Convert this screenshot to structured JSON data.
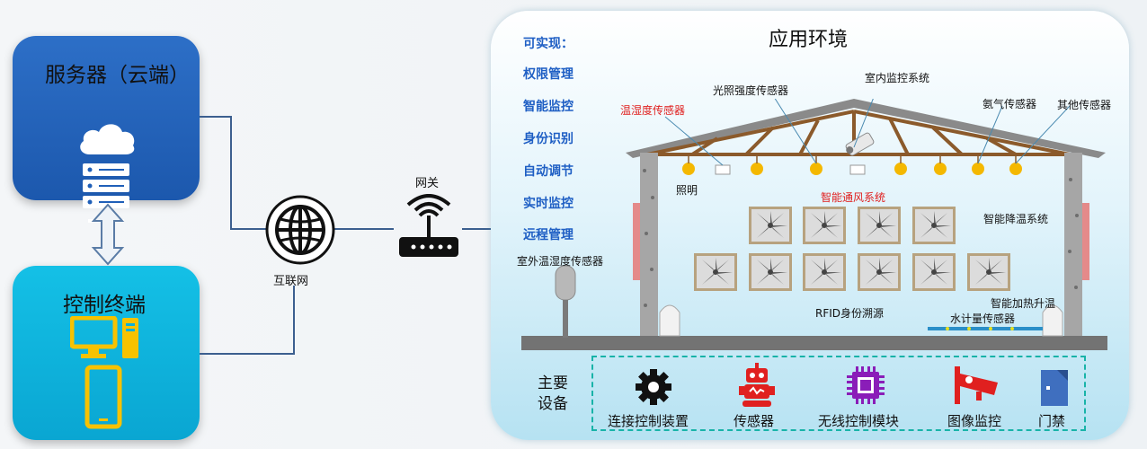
{
  "server": {
    "title": "服务器（云端）"
  },
  "terminal": {
    "title": "控制终端"
  },
  "internet": {
    "label": "互联网"
  },
  "gateway": {
    "label": "网关"
  },
  "env": {
    "title": "应用环境",
    "features_heading": "可实现：",
    "features": [
      "权限管理",
      "智能监控",
      "身份识别",
      "自动调节",
      "实时监控",
      "远程管理"
    ]
  },
  "house_labels": {
    "temp_humidity": "温湿度传感器",
    "light_sensor": "光照强度传感器",
    "indoor_monitor": "室内监控系统",
    "ammonia": "氨气传感器",
    "other_sensor": "其他传感器",
    "lighting": "照明",
    "ventilation": "智能通风系统",
    "cooling": "智能降温系统",
    "outdoor_sensor": "室外温湿度传感器",
    "heating": "智能加热升温",
    "rfid": "RFID身份溯源",
    "water_meter": "水计量传感器"
  },
  "devices": {
    "heading_line1": "主要",
    "heading_line2": "设备",
    "items": [
      "连接控制装置",
      "传感器",
      "无线控制模块",
      "图像监控",
      "门禁"
    ]
  },
  "colors": {
    "server_box": "#1f5fb8",
    "terminal_box": "#0ab0d8",
    "feature_text": "#1f5fc4",
    "accent_red": "#e0201f",
    "lamp": "#f4b800",
    "chip": "#8a1db8",
    "camera": "#e0201f",
    "door": "#3f6fbf"
  }
}
